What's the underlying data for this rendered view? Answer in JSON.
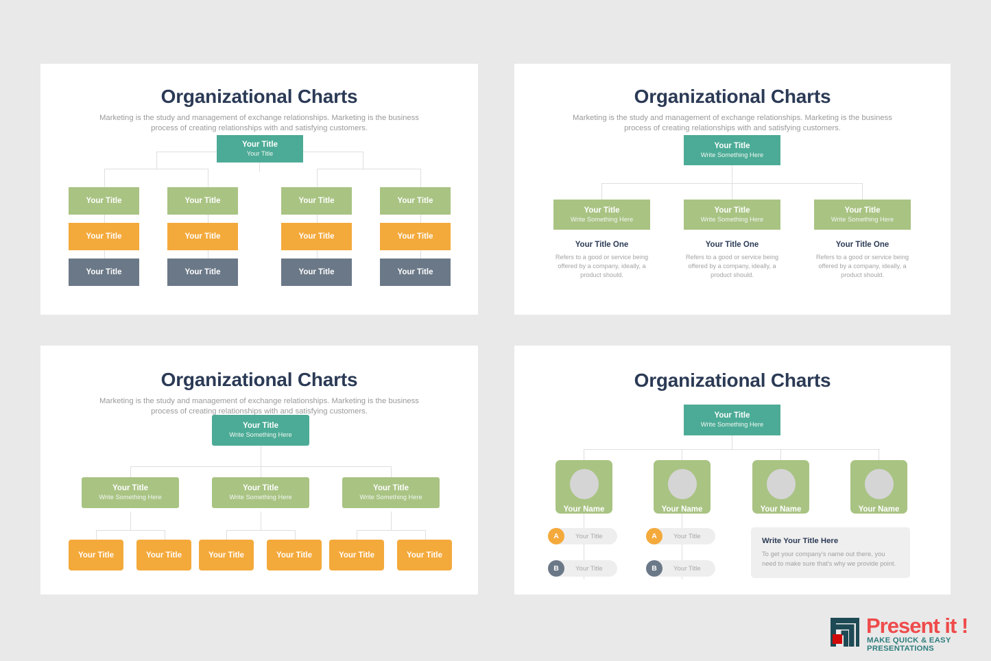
{
  "page": {
    "background": "#e9e9e9",
    "colors": {
      "teal": "#4cab96",
      "green": "#a9c383",
      "orange": "#f4a93b",
      "slate": "#6b7887",
      "title": "#2b3a55",
      "body_text": "#9a9a9a",
      "connector": "#dedede",
      "logo_red": "#ef4b4b",
      "logo_teal": "#2f7d7d"
    }
  },
  "common": {
    "title": "Organizational Charts",
    "subtitle": "Marketing is the study and management of exchange relationships. Marketing is the business process of creating relationships with and satisfying customers.",
    "label_your_title": "Your Title",
    "label_write_something": "Write Something Here",
    "label_your_name": "Your Name"
  },
  "slide1": {
    "title": "Organizational Charts",
    "subtitle": "Marketing is the study and management of exchange relationships. Marketing is the business process of creating relationships with and satisfying customers.",
    "root": {
      "title": "Your Title",
      "subtitle": "Your Title",
      "color": "#4cab96"
    },
    "columns": [
      {
        "green": "Your Title",
        "orange": "Your Title",
        "slate": "Your Title"
      },
      {
        "green": "Your Title",
        "orange": "Your Title",
        "slate": "Your Title"
      },
      {
        "green": "Your Title",
        "orange": "Your Title",
        "slate": "Your Title"
      },
      {
        "green": "Your Title",
        "orange": "Your Title",
        "slate": "Your Title"
      }
    ]
  },
  "slide2": {
    "title": "Organizational Charts",
    "subtitle": "Marketing is the study and management of exchange relationships. Marketing is the business process of creating relationships with and satisfying customers.",
    "root": {
      "title": "Your Title",
      "subtitle": "Write Something Here",
      "color": "#4cab96"
    },
    "children": [
      {
        "title": "Your Title",
        "subtitle": "Write Something Here",
        "caption_title": "Your Title One",
        "caption_body": "Refers to a good or service being offered by a company, ideally, a product should."
      },
      {
        "title": "Your Title",
        "subtitle": "Write Something Here",
        "caption_title": "Your Title One",
        "caption_body": "Refers to a good or service being offered by a company, ideally, a product should."
      },
      {
        "title": "Your Title",
        "subtitle": "Write Something Here",
        "caption_title": "Your Title One",
        "caption_body": "Refers to a good or service being offered by a company, ideally, a product should."
      }
    ]
  },
  "slide3": {
    "title": "Organizational Charts",
    "subtitle": "Marketing is the study and management of exchange relationships. Marketing is the business process of creating relationships with and satisfying customers.",
    "root": {
      "title": "Your Title",
      "subtitle": "Write Something Here",
      "color": "#4cab96"
    },
    "branches": [
      {
        "title": "Your Title",
        "subtitle": "Write Something Here",
        "leaves": [
          "Your Title",
          "Your Title"
        ]
      },
      {
        "title": "Your Title",
        "subtitle": "Write Something Here",
        "leaves": [
          "Your Title",
          "Your Title"
        ]
      },
      {
        "title": "Your Title",
        "subtitle": "Write Something Here",
        "leaves": [
          "Your Title",
          "Your Title"
        ]
      }
    ]
  },
  "slide4": {
    "title": "Organizational Charts",
    "root": {
      "title": "Your Title",
      "subtitle": "Write Something Here",
      "color": "#4cab96"
    },
    "people": [
      {
        "name": "Your Name"
      },
      {
        "name": "Your Name"
      },
      {
        "name": "Your Name"
      },
      {
        "name": "Your Name"
      }
    ],
    "pill_groups": [
      [
        {
          "badge": "A",
          "label": "Your Title",
          "badge_color": "#f4a93b"
        },
        {
          "badge": "B",
          "label": "Your Title",
          "badge_color": "#6b7887"
        }
      ],
      [
        {
          "badge": "A",
          "label": "Your Title",
          "badge_color": "#f4a93b"
        },
        {
          "badge": "B",
          "label": "Your Title",
          "badge_color": "#6b7887"
        }
      ]
    ],
    "infobox": {
      "title": "Write Your Title Here",
      "body": "To get your company's name out there, you need to make sure that's why we provide point."
    }
  },
  "logo": {
    "brand": "Present it !",
    "tagline": "MAKE QUICK & EASY PRESENTATIONS"
  }
}
